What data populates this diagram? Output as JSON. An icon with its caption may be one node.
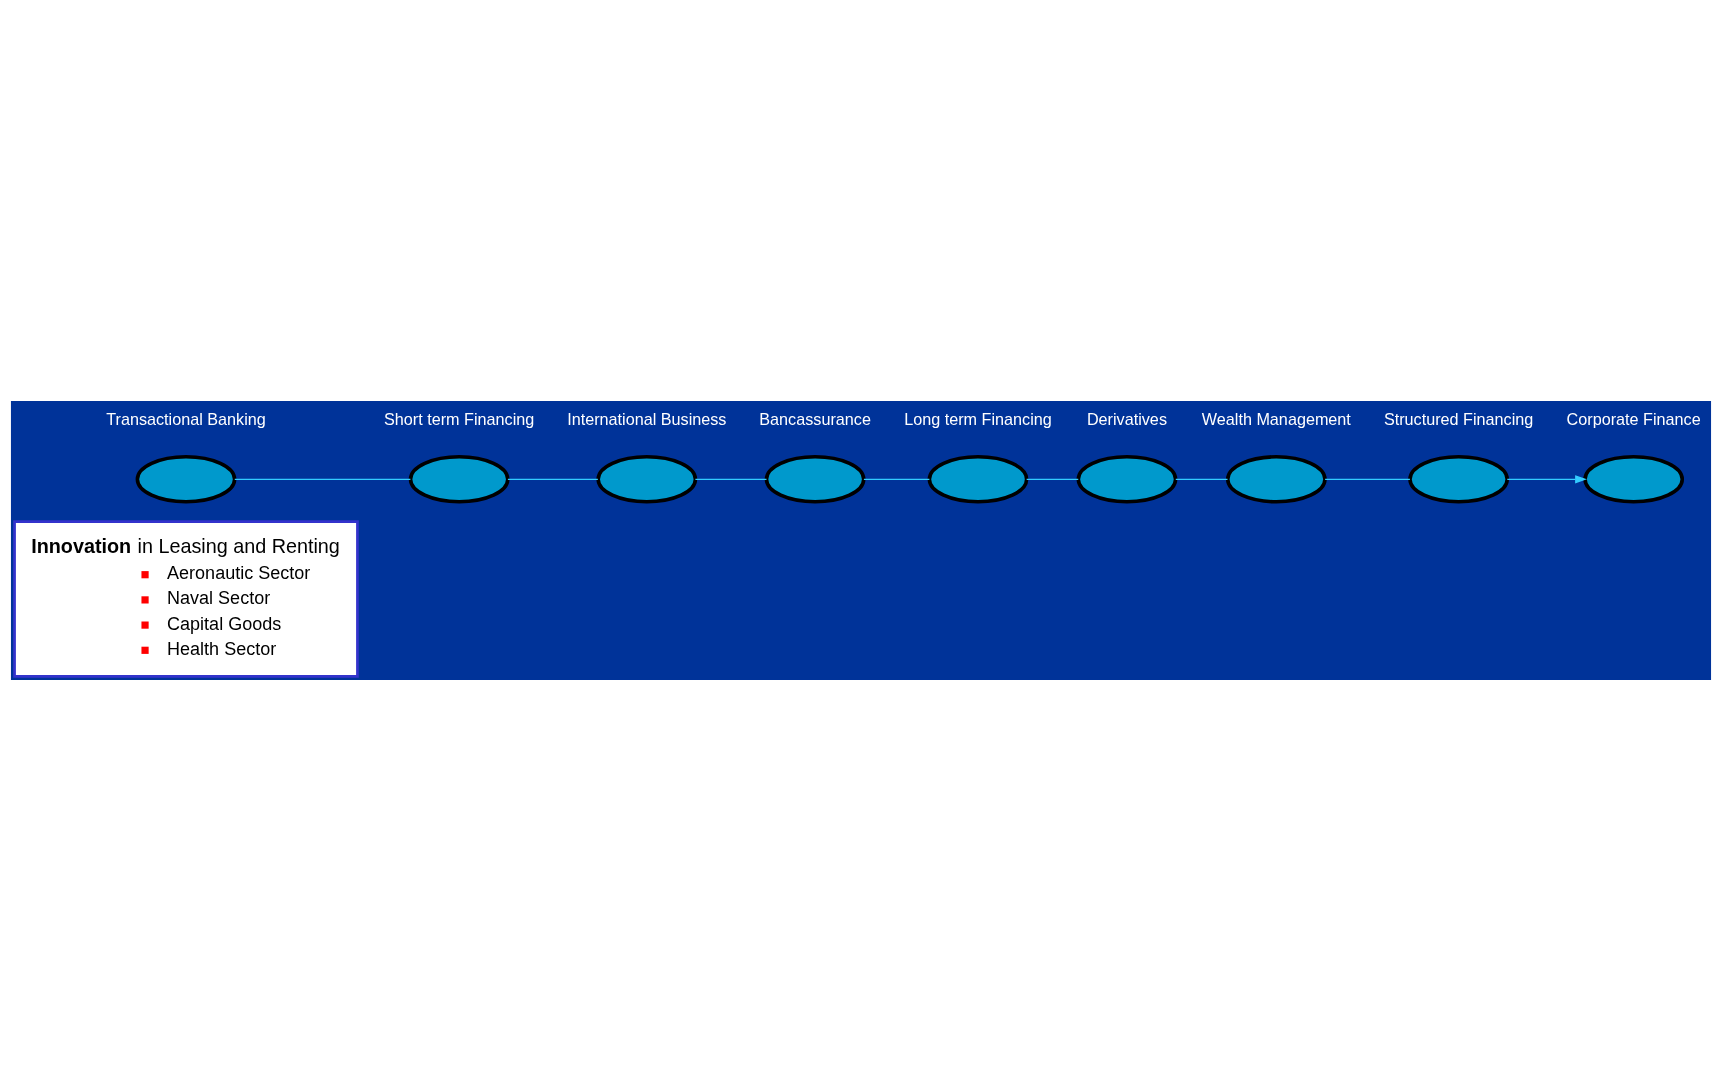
{
  "diagram": {
    "nodes": [
      {
        "text": [
          "**Innovation** in Leasing and Renting",
          "Aeronautic Sector",
          "Naval Sector",
          "Capital Goods",
          "Health Sector"
        ]
      },
      {
        "text": [],
        "shape": "ellipse",
        "beside": [
          "Transactional Banking"
        ]
      },
      {
        "text": [],
        "shape": "ellipse",
        "beside": [
          "Short term Financing"
        ]
      },
      {
        "text": [],
        "shape": "ellipse",
        "beside": [
          "International Business"
        ]
      },
      {
        "text": [],
        "shape": "ellipse",
        "beside": [
          "Bancassurance"
        ]
      },
      {
        "text": [],
        "shape": "ellipse",
        "beside": [
          "Long term Financing"
        ]
      },
      {
        "text": [],
        "shape": "ellipse",
        "beside": [
          "Derivatives"
        ]
      },
      {
        "text": [],
        "shape": "ellipse",
        "beside": [
          "Wealth Management"
        ]
      },
      {
        "text": [],
        "shape": "ellipse",
        "beside": [
          "Structured Financing"
        ]
      },
      {
        "text": [],
        "shape": "ellipse",
        "beside": [
          "Corporate Finance"
        ]
      }
    ],
    "edges": [
      {
        "from": 1,
        "to": 2,
        "arrow": "none"
      },
      {
        "from": 2,
        "to": 3,
        "arrow": "none"
      },
      {
        "from": 3,
        "to": 4,
        "arrow": "none"
      },
      {
        "from": 4,
        "to": 5,
        "arrow": "none"
      },
      {
        "from": 5,
        "to": 6,
        "arrow": "none"
      },
      {
        "from": 6,
        "to": 7,
        "arrow": "none"
      },
      {
        "from": 7,
        "to": 8,
        "arrow": "none"
      },
      {
        "from": 8,
        "to": 9,
        "arrow": "to"
      }
    ]
  }
}
